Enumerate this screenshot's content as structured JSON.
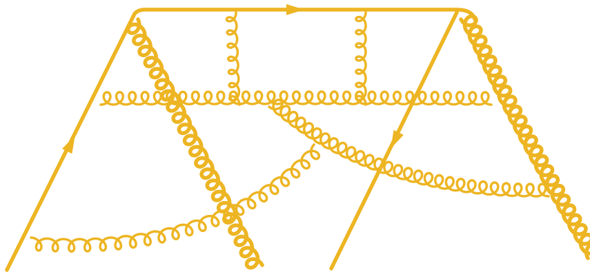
{
  "diagram": {
    "kind": "feynman-diagram",
    "color": "#EDB523",
    "background": "#FFFFFF",
    "fermion_lines": [
      {
        "name": "fermion-left-leg",
        "arrow": "up"
      },
      {
        "name": "fermion-top-line",
        "arrow": "right"
      },
      {
        "name": "fermion-right-leg",
        "arrow": "down"
      }
    ],
    "gluon_lines": [
      {
        "name": "gluon-long-diagonal-left"
      },
      {
        "name": "gluon-long-diagonal-right"
      },
      {
        "name": "gluon-horizontal"
      },
      {
        "name": "gluon-vertical-1"
      },
      {
        "name": "gluon-vertical-2"
      },
      {
        "name": "gluon-lower-left"
      },
      {
        "name": "gluon-lower-right"
      }
    ]
  }
}
